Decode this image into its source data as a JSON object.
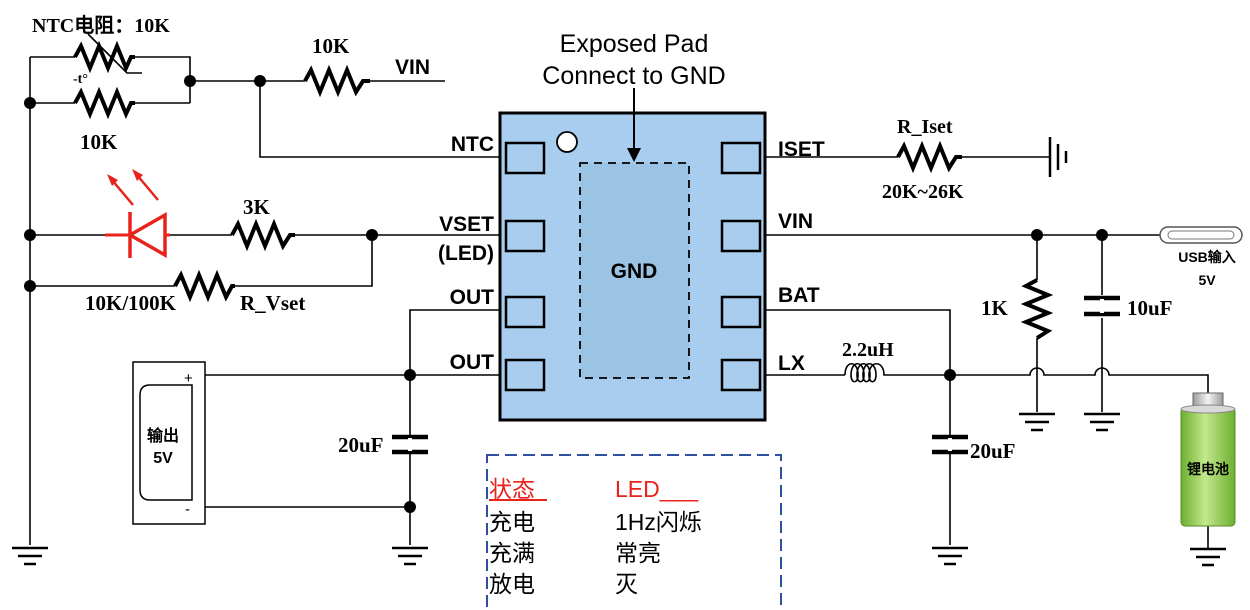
{
  "pad_note": {
    "line1": "Exposed Pad",
    "line2": "Connect to GND"
  },
  "chip": {
    "center_label": "GND",
    "left_pins": [
      "NTC",
      "VSET",
      "(LED)",
      "OUT",
      "OUT"
    ],
    "right_pins": [
      "ISET",
      "VIN",
      "BAT",
      "LX"
    ]
  },
  "components": {
    "ntc_label": "NTC电阻：10K",
    "ntc_temp": "-t°",
    "r_parallel": "10K",
    "r_vin": "10K",
    "vin_label": "VIN",
    "r_led": "3K",
    "r_vset_value": "10K/100K",
    "r_vset_name": "R_Vset",
    "r_iset_name": "R_Iset",
    "r_iset_value": "20K~26K",
    "r_1k": "1K",
    "c_10u": "10uF",
    "inductor": "2.2uH",
    "c_out": "20uF",
    "c_bat": "20uF",
    "usb_label": "USB输入",
    "usb_voltage": "5V",
    "battery_label": "锂电池",
    "output_line1": "输出",
    "output_line2": "5V",
    "output_plus": "+",
    "output_minus": "-"
  },
  "status_table": {
    "headers": [
      "状态",
      "LED___"
    ],
    "rows": [
      [
        "充电",
        "1Hz闪烁"
      ],
      [
        "充满",
        "常亮"
      ],
      [
        "放电",
        "灭"
      ]
    ]
  },
  "colors": {
    "chip_fill": "#A9CDEE",
    "pad_fill": "#9BC3E4",
    "led_red": "#E8231C",
    "table_border": "#2E4F9E",
    "battery_green": "#8DCB46"
  }
}
